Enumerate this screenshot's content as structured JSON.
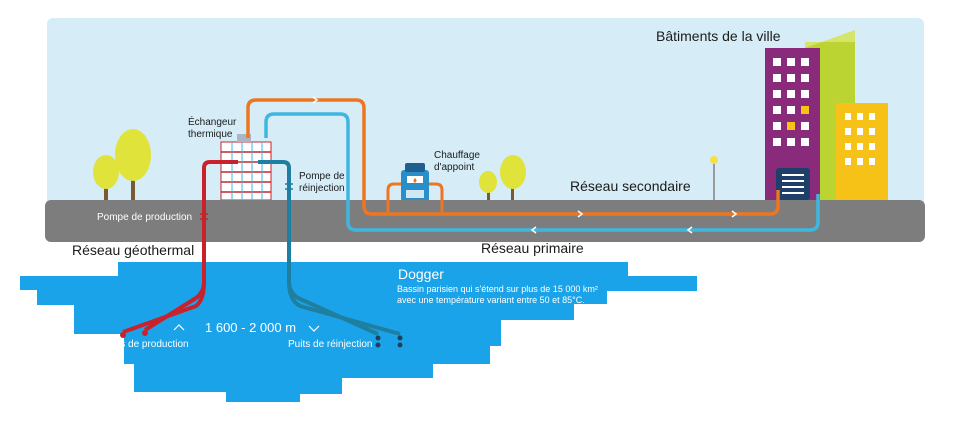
{
  "labels": {
    "city_buildings": "Bâtiments de la ville",
    "exchanger_line1": "Échangeur",
    "exchanger_line2": "thermique",
    "reinjection_pump_line1": "Pompe de",
    "reinjection_pump_line2": "réinjection",
    "backup_heating_line1": "Chauffage",
    "backup_heating_line2": "d'appoint",
    "secondary_network": "Réseau secondaire",
    "production_pump": "Pompe de production",
    "geothermal_network": "Réseau géothermal",
    "primary_network": "Réseau primaire",
    "dogger_title": "Dogger",
    "dogger_desc_line1": "Bassin parisien qui s'étend sur plus de 15 000 km²",
    "dogger_desc_line2": "avec une température variant entre 50 et 85°C.",
    "depth_range": "1 600 - 2 000 m",
    "production_wells": "Puits de production",
    "reinjection_wells": "Puits de réinjection"
  },
  "colors": {
    "sky": "#d6ecf6",
    "ground": "#7d7d7d",
    "aquifer": "#1aa3e8",
    "hot_pipe": "#c8232c",
    "cold_pipe": "#1f7fa0",
    "orange_pipe": "#ee7623",
    "light_blue_pipe": "#3fb6e0",
    "tree_yellow": "#dfe33a",
    "tree_trunk": "#7a5a35",
    "building_purple": "#8a2a7a",
    "building_green": "#bcd431",
    "building_yellow": "#f7c218"
  }
}
